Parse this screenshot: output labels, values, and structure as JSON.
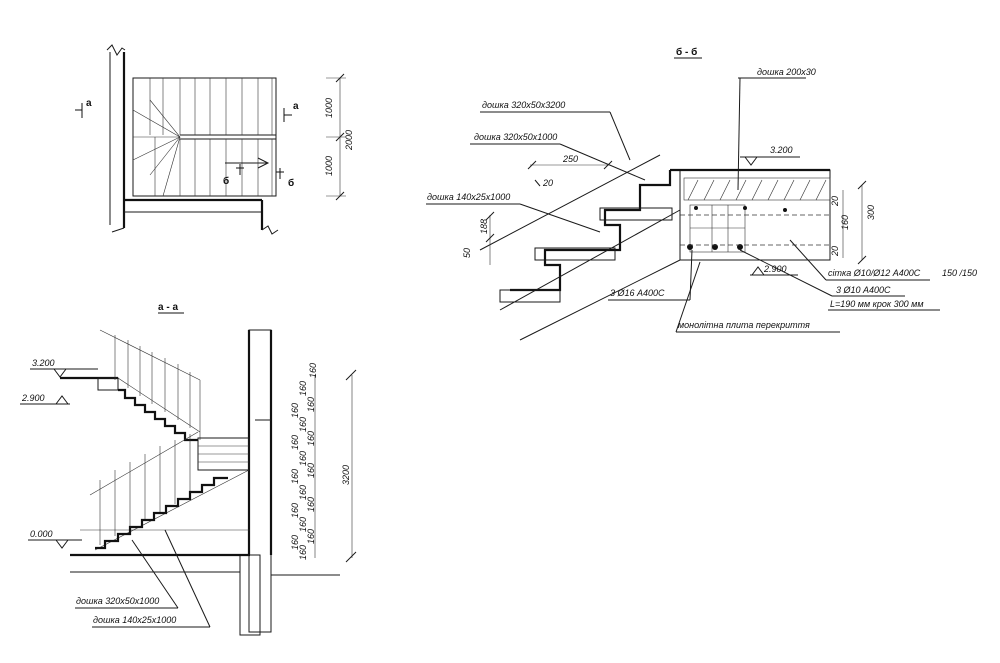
{
  "plan": {
    "cut_a": "а",
    "cut_b": "б",
    "dims": [
      "1000",
      "2000",
      "1000"
    ]
  },
  "section_aa": {
    "title": "а - а",
    "levels": [
      "3.200",
      "2.900",
      "0.000"
    ],
    "risers": [
      "160",
      "160",
      "160",
      "160",
      "160",
      "160",
      "160",
      "160",
      "160",
      "160",
      "160",
      "160",
      "160",
      "160",
      "160",
      "160",
      "160",
      "160",
      "160",
      "160"
    ],
    "total_height": "3200",
    "labels": [
      "дошка 320х50х1000",
      "дошка 140х25х1000"
    ]
  },
  "section_bb": {
    "title": "б - б",
    "labels": {
      "board_top": "дошка 200х30",
      "board_long": "дошка 320х50х3200",
      "board_tread": "дошка 320х50х1000",
      "board_riser": "дошка 140х25х1000",
      "mesh": "сітка Ø10/Ø12 А400С",
      "mesh_step": "150 /150",
      "rebar_3_10": "3 Ø10 А400С",
      "rebar_len": "L=190 мм крок 300 мм",
      "rebar_3_16": "3 Ø16 А400С",
      "slab": "монолітна плита перекриття"
    },
    "dims": {
      "tread": "250",
      "riser_gap": "20",
      "riser_h1": "188",
      "riser_h2": "50",
      "slab_total": "300",
      "slab_top": "20",
      "slab_mid": "160",
      "slab_bot": "20"
    },
    "levels": [
      "3.200",
      "2.900"
    ]
  }
}
